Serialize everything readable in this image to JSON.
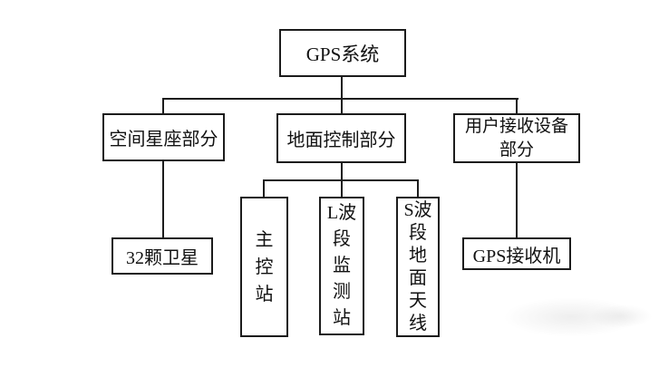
{
  "diagram": {
    "type": "tree-flowchart",
    "nodes": {
      "gps_system": {
        "label": "GPS系统"
      },
      "space_segment": {
        "label": "空间星座部分"
      },
      "ground_segment": {
        "label": "地面控制部分"
      },
      "user_segment": {
        "label": "用户接收设备\n部分"
      },
      "satellites": {
        "label": "32颗卫星"
      },
      "master_station": {
        "label": "主\n控\n站"
      },
      "l_band_monitor_station": {
        "label": "L波\n段\n监\n测\n站"
      },
      "s_band_ground_antenna": {
        "label": "S波\n段\n地\n面\n天\n线"
      },
      "gps_receiver": {
        "label": "GPS接收机"
      }
    },
    "edges": [
      {
        "from": "gps_system",
        "to": "space_segment"
      },
      {
        "from": "gps_system",
        "to": "ground_segment"
      },
      {
        "from": "gps_system",
        "to": "user_segment"
      },
      {
        "from": "space_segment",
        "to": "satellites"
      },
      {
        "from": "ground_segment",
        "to": "master_station"
      },
      {
        "from": "ground_segment",
        "to": "l_band_monitor_station"
      },
      {
        "from": "ground_segment",
        "to": "s_band_ground_antenna"
      },
      {
        "from": "user_segment",
        "to": "gps_receiver"
      }
    ],
    "colors": {
      "line": "#1c1c1c",
      "box_border": "#1c1c1c",
      "background": "#ffffff",
      "text": "#111111"
    }
  }
}
